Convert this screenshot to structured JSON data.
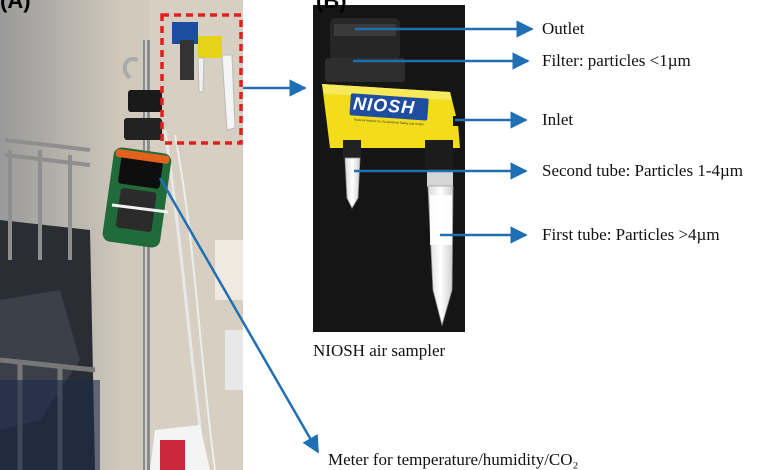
{
  "panels": {
    "a_letter": "(A)",
    "b_letter": "(B)"
  },
  "caption": "NIOSH air sampler",
  "device_brand": "NIOSH",
  "device_small_text": "National Institute for Occupational Safety and Health",
  "labels": {
    "outlet": "Outlet",
    "filter": "Filter: particles <1µm",
    "inlet": "Inlet",
    "second_tube": "Second tube: Particles 1-4µm",
    "first_tube": "First tube: Particles >4µm",
    "meter": "Meter for temperature/humidity/CO₂"
  },
  "colors": {
    "arrow": "#1f6fb5",
    "highlight_box": "#e02020",
    "device_yellow": "#f2dc1c",
    "photo_dark": "#1c1c1c"
  }
}
